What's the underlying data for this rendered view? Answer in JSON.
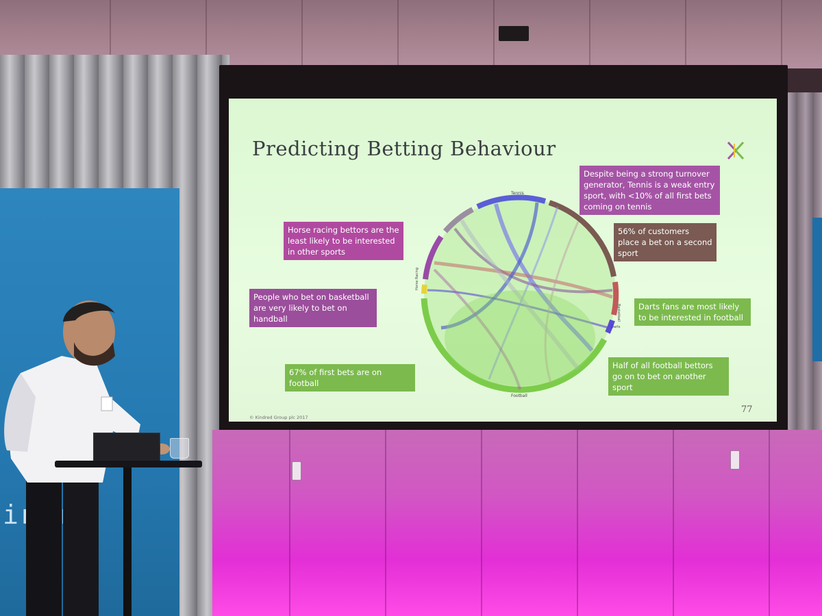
{
  "slide": {
    "title": "Predicting Betting Behaviour",
    "footer": "© Kindred Group plc 2017",
    "page_number": "77",
    "callouts": {
      "tennis": "Despite being a strong turnover generator, Tennis is a weak entry sport, with <10% of all first bets coming on tennis",
      "horse_racing": "Horse racing bettors are the least likely to be interested in other sports",
      "second_sport": "56% of customers place a bet on a second sport",
      "basketball": "People who bet on basketball are very likely to bet on handball",
      "darts": "Darts fans are most likely to be interested in football",
      "first_bets": "67% of first bets are on football",
      "football_half": "Half of all football bettors go on to bet on another sport"
    },
    "chord_labels": {
      "top": "Tennis",
      "bottom": "Football",
      "right_1": "Basketball",
      "right_2": "Darts",
      "left": "Horse Racing"
    }
  },
  "room": {
    "banner_text": "indr"
  },
  "colors": {
    "slide_bg": "#e4fbdb",
    "callout_purple": "#a554a5",
    "callout_brown": "#7a5a52",
    "callout_green": "#7cba4e",
    "stage_glow": "#e32fd6",
    "banner_blue": "#2579b1"
  }
}
